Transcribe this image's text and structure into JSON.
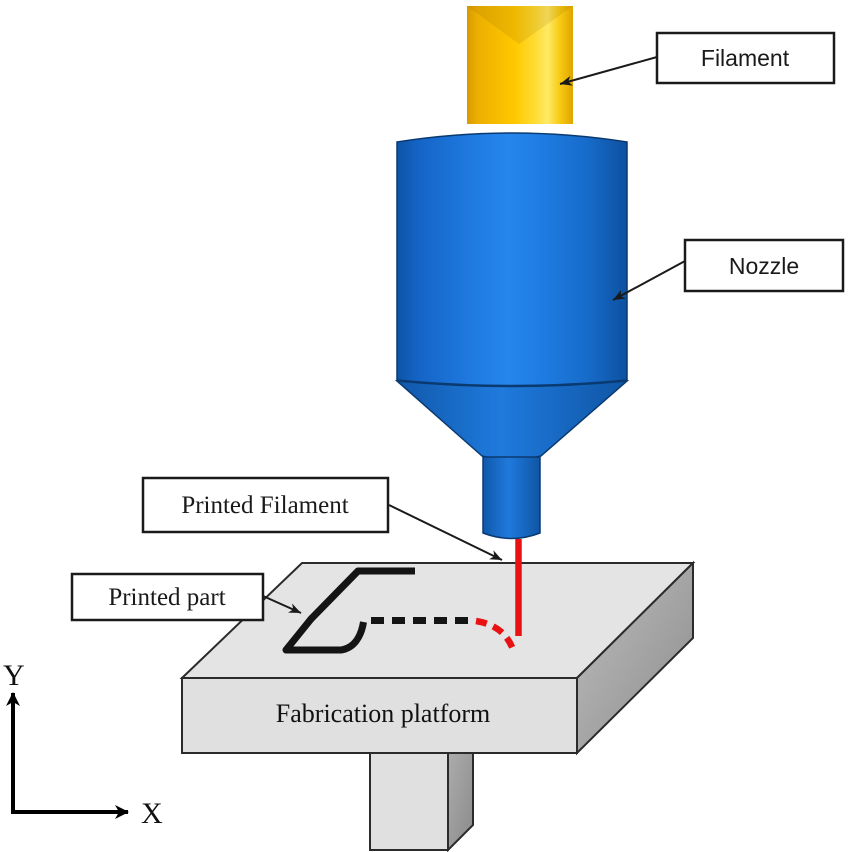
{
  "diagram": {
    "type": "FDM 3D-printing process schematic",
    "callouts": {
      "filament": "Filament",
      "nozzle": "Nozzle",
      "printed_filament": "Printed Filament",
      "printed_part": "Printed part"
    },
    "platform_label": "Fabrication platform",
    "axes": {
      "x_label": "X",
      "y_label": "Y"
    },
    "colors": {
      "filament_gold": "#FFC400",
      "nozzle_blue": "#1C74D9",
      "extruded_red": "#E91212",
      "platform_top_gray": "#E4E4E4",
      "platform_front_gray": "#E0E0E0",
      "platform_side_gray": "#9A9A9A",
      "printed_part_black": "#141414",
      "label_box_bg": "#FFFFFF",
      "label_box_border": "#1A1A1A"
    }
  }
}
